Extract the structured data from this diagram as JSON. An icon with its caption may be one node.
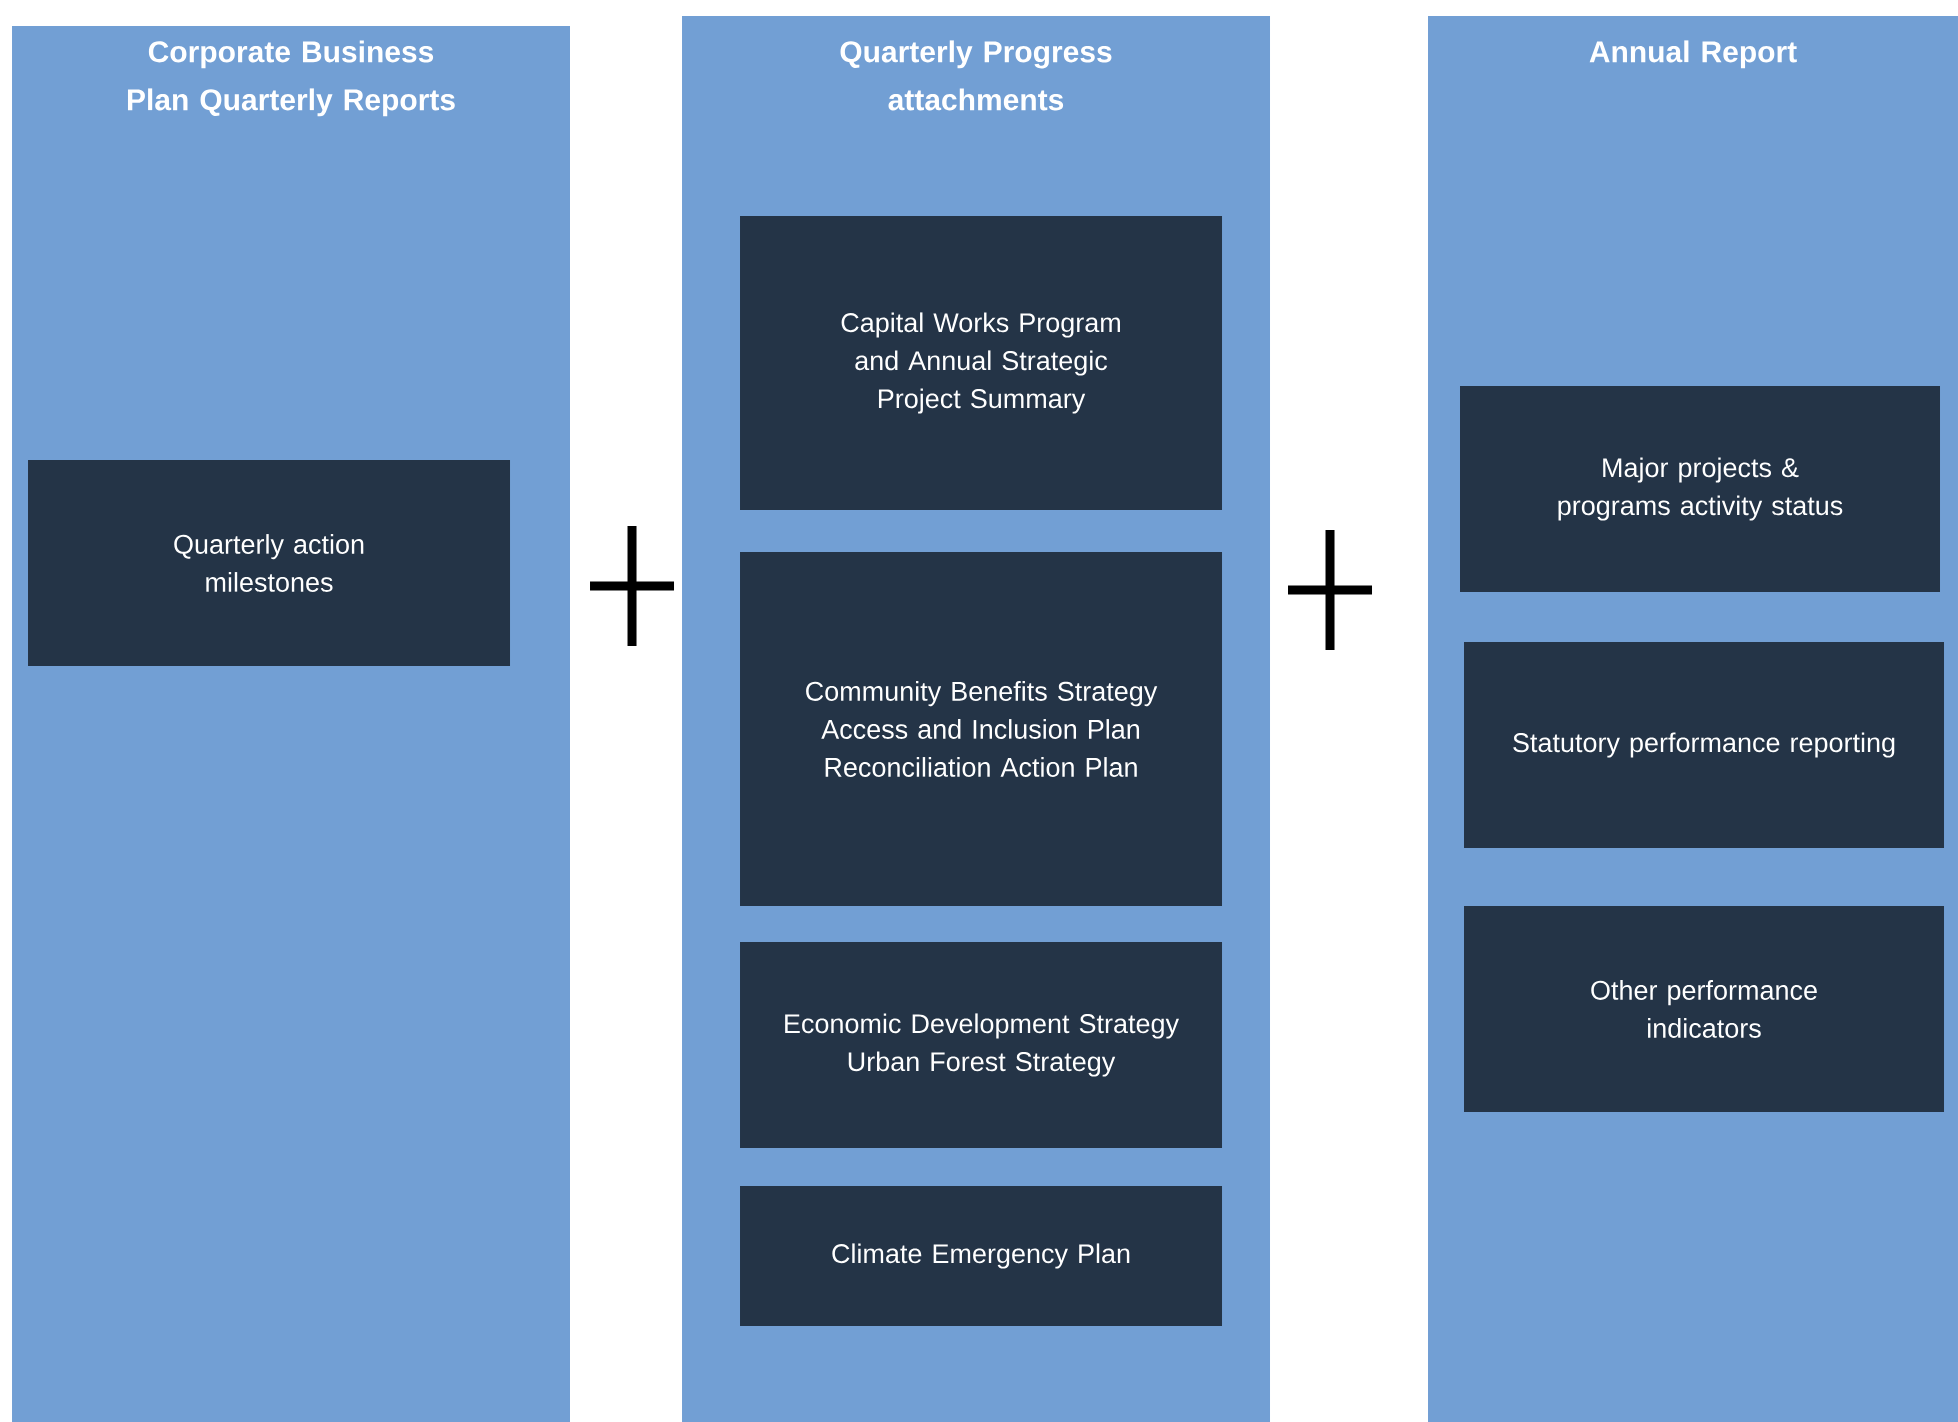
{
  "diagram": {
    "nodes": [
      {
        "text": [
          "Corporate Business Plan Quarterly Reports"
        ]
      },
      {
        "text": [
          "Quarterly action milestones"
        ],
        "in": 0
      },
      {
        "text": [
          "Quarterly Progress attachments"
        ]
      },
      {
        "text": [
          "Capital Works Program and Annual Strategic Project Summary"
        ],
        "in": 2
      },
      {
        "text": [
          "Community Benefits Strategy",
          "Access and Inclusion Plan",
          "Reconciliation Action Plan"
        ],
        "in": 2
      },
      {
        "text": [
          "Economic Development Strategy",
          "Urban Forest Strategy"
        ],
        "in": 2
      },
      {
        "text": [
          "Climate Emergency Plan"
        ],
        "in": 2
      },
      {
        "text": [
          "Annual Report"
        ]
      },
      {
        "text": [
          "Major projects & programs activity status"
        ],
        "in": 7
      },
      {
        "text": [
          "Statutory performance reporting"
        ],
        "in": 7
      },
      {
        "text": [
          "Other performance indicators"
        ],
        "in": 7
      }
    ]
  }
}
